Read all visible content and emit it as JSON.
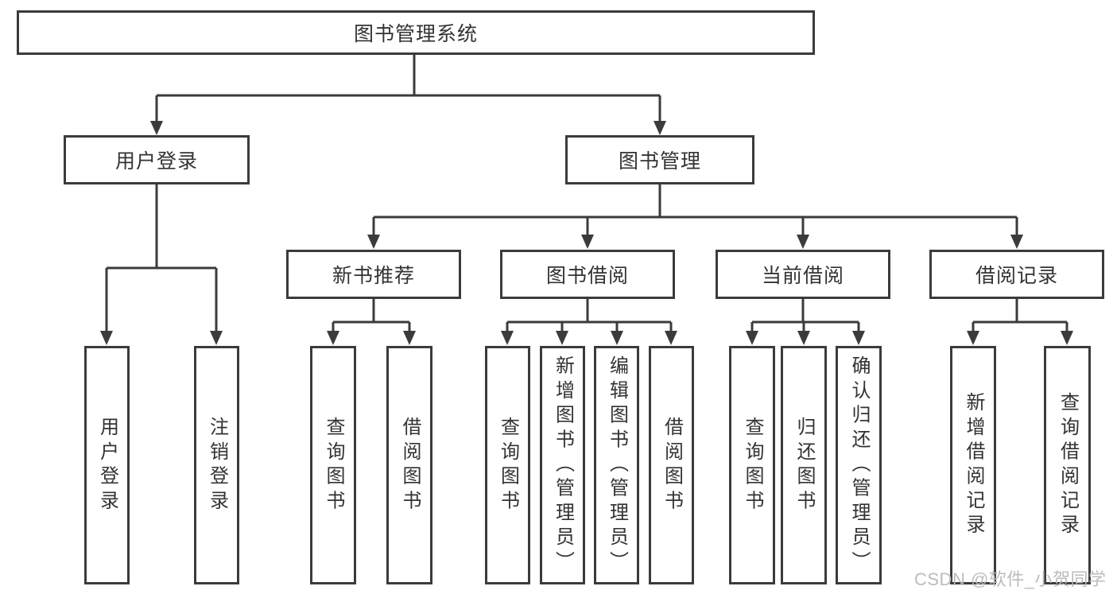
{
  "diagram": {
    "root": {
      "label": "图书管理系统"
    },
    "user_login": {
      "label": "用户登录",
      "children": [
        {
          "label": "用户登录"
        },
        {
          "label": "注销登录"
        }
      ]
    },
    "book_management": {
      "label": "图书管理",
      "sections": [
        {
          "label": "新书推荐",
          "children": [
            {
              "label": "查询图书"
            },
            {
              "label": "借阅图书"
            }
          ]
        },
        {
          "label": "图书借阅",
          "children": [
            {
              "label": "查询图书"
            },
            {
              "label": "新增图书（管理员）"
            },
            {
              "label": "编辑图书（管理员）"
            },
            {
              "label": "借阅图书"
            }
          ]
        },
        {
          "label": "当前借阅",
          "children": [
            {
              "label": "查询图书"
            },
            {
              "label": "归还图书"
            },
            {
              "label": "确认归还（管理员）"
            }
          ]
        },
        {
          "label": "借阅记录",
          "children": [
            {
              "label": "新增借阅记录"
            },
            {
              "label": "查询借阅记录"
            }
          ]
        }
      ]
    },
    "watermark": "CSDN @软件_小贺同学"
  },
  "colors": {
    "line": "#3b3b3b",
    "text": "#333333",
    "background": "#ffffff",
    "watermark": "#b8b8b8"
  }
}
